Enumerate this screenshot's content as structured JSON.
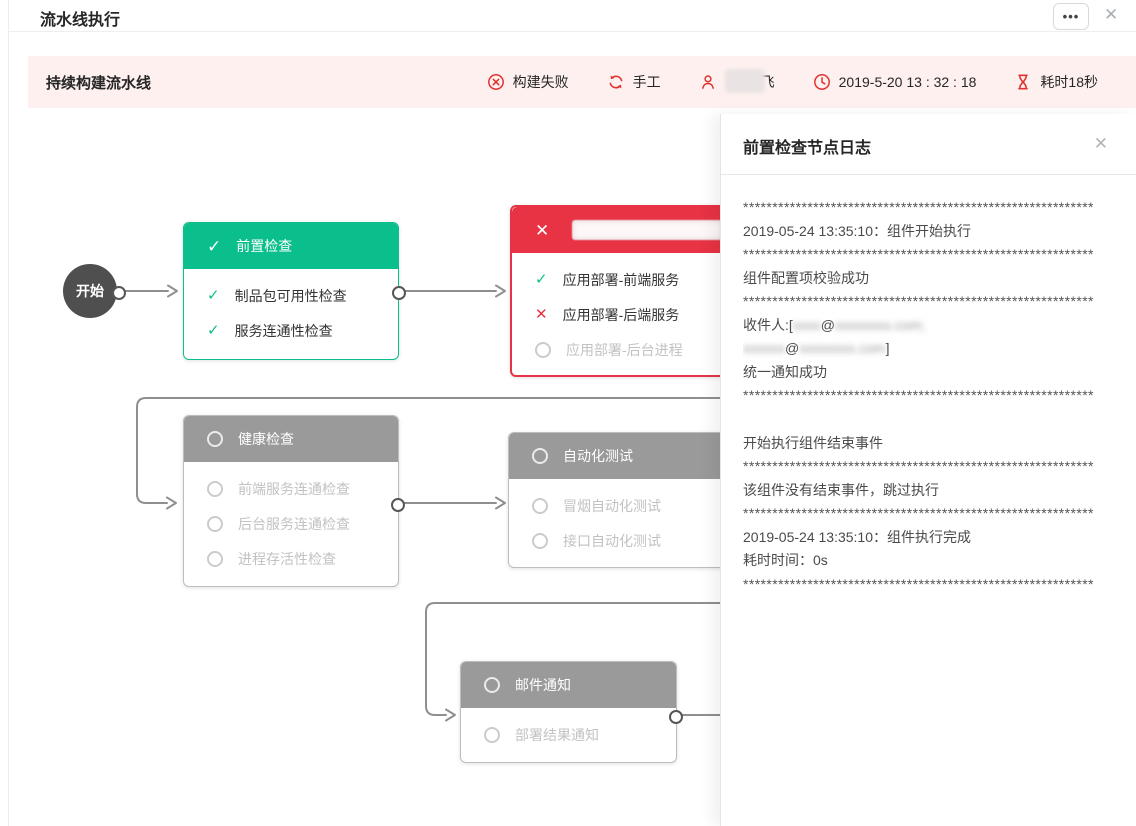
{
  "icons": {
    "check": "✓",
    "cross": "✕",
    "close": "✕",
    "more": "•••"
  },
  "window": {
    "title": "流水线执行"
  },
  "status_bar": {
    "pipeline_name": "持续构建流水线",
    "result_label": "构建失败",
    "trigger_label": "手工",
    "user_name": "龙飞",
    "run_time": "2019-5-20 13 : 32 : 18",
    "duration_label": "耗时18秒"
  },
  "colors": {
    "success": "#0abf8b",
    "failed": "#e73344",
    "pending": "#9a9a9a",
    "accent_red": "#e23333",
    "status_bar_bg": "#fdf0ee"
  },
  "flow": {
    "start_label": "开始",
    "nodes": [
      {
        "title": "前置检查",
        "status": "success",
        "items": [
          {
            "label": "制品包可用性检查",
            "status": "success"
          },
          {
            "label": "服务连通性检查",
            "status": "success"
          }
        ]
      },
      {
        "title": "",
        "title_redacted": true,
        "status": "failed",
        "items": [
          {
            "label": "应用部署-前端服务",
            "status": "success"
          },
          {
            "label": "应用部署-后端服务",
            "status": "failed"
          },
          {
            "label": "应用部署-后台进程",
            "status": "pending"
          }
        ]
      },
      {
        "title": "健康检查",
        "status": "pending",
        "items": [
          {
            "label": "前端服务连通检查",
            "status": "pending"
          },
          {
            "label": "后台服务连通检查",
            "status": "pending"
          },
          {
            "label": "进程存活性检查",
            "status": "pending"
          }
        ]
      },
      {
        "title": "自动化测试",
        "status": "pending",
        "items": [
          {
            "label": "冒烟自动化测试",
            "status": "pending"
          },
          {
            "label": "接口自动化测试",
            "status": "pending"
          }
        ]
      },
      {
        "title": "邮件通知",
        "status": "pending",
        "items": [
          {
            "label": "部署结果通知",
            "status": "pending"
          }
        ]
      }
    ]
  },
  "log_panel": {
    "title": "前置检查节点日志",
    "stars": "************************************************************",
    "line_start": "2019-05-24 13:35:10：组件开始执行",
    "line_config_ok": "组件配置项校验成功",
    "recipients_prefix": "收件人:[",
    "recipients_redacted_1": "xxxx",
    "at_sign": "@",
    "recipients_redacted_2": "xxxxxxxx.com;",
    "recipients_redacted_3": "xxxxxx",
    "recipients_redacted_4": "xxxxxxxx.com",
    "recipients_suffix": "]",
    "line_notify_ok": "统一通知成功",
    "line_end_event": "开始执行组件结束事件",
    "line_skip": "该组件没有结束事件，跳过执行",
    "line_complete": "2019-05-24 13:35:10：组件执行完成",
    "line_elapsed": "耗时时间：0s"
  }
}
